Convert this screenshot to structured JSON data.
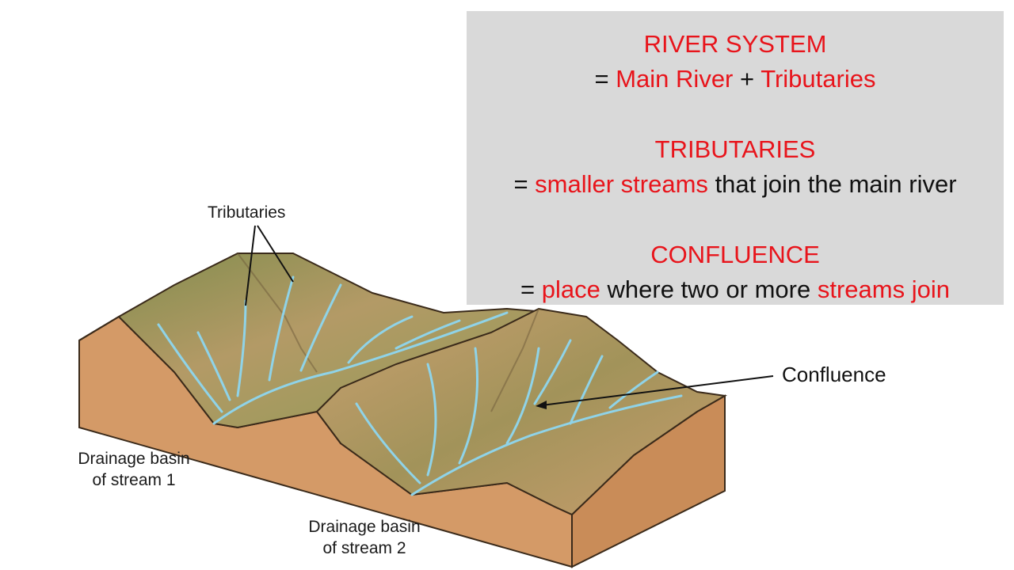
{
  "labels": {
    "tributaries": "Tributaries",
    "basin1_line1": "Drainage basin",
    "basin1_line2": "of stream 1",
    "basin2_line1": "Drainage basin",
    "basin2_line2": "of stream 2",
    "confluence": "Confluence"
  },
  "info": {
    "river_system_heading": "RIVER SYSTEM",
    "river_system_eq": "=",
    "river_system_main": "Main River",
    "river_system_plus": "+",
    "river_system_trib": "Tributaries",
    "tributaries_heading": "TRIBUTARIES",
    "tributaries_eq": "=",
    "tributaries_red": "smaller streams",
    "tributaries_rest": "that join the main river",
    "confluence_heading": "CONFLUENCE",
    "confluence_eq": "=",
    "confluence_red1": "place",
    "confluence_mid": "where two or more",
    "confluence_red2": "streams join"
  },
  "colors": {
    "accent_red": "#e8141b",
    "box_gray": "#d9d9d9",
    "soil": "#d49a67",
    "terrain_green": "#8f9a55",
    "terrain_tan": "#c9a070",
    "stream": "#8fd3e8"
  }
}
